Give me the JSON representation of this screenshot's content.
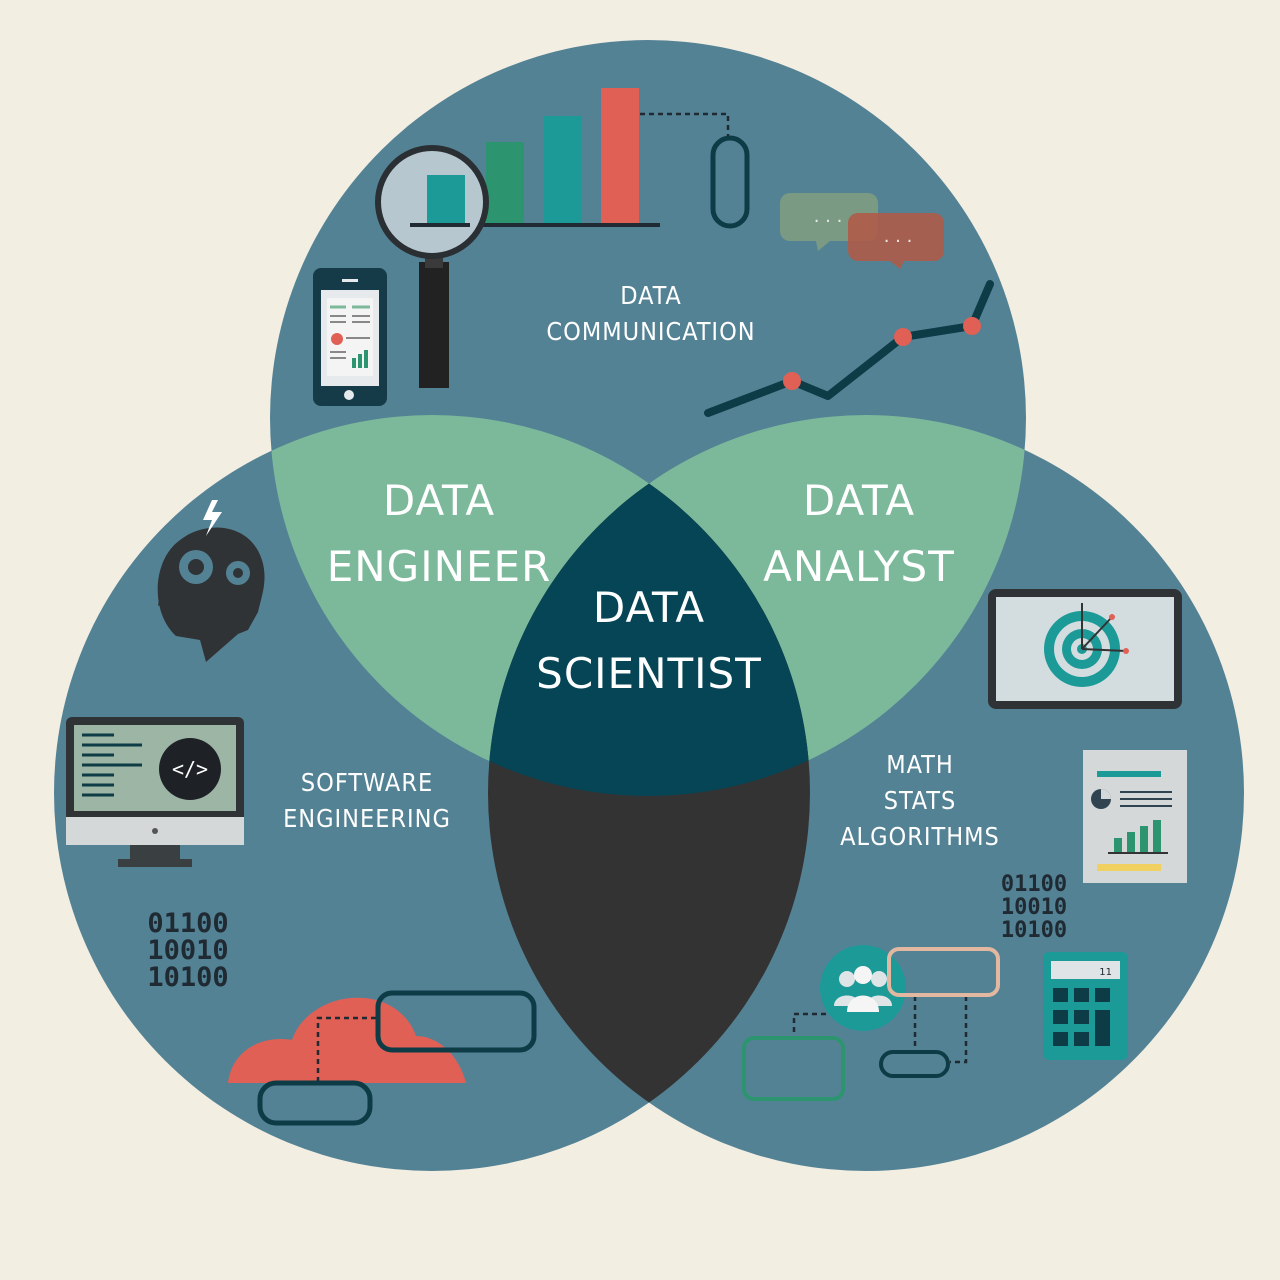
{
  "venn": {
    "top": {
      "line1": "DATA",
      "line2": "COMMUNICATION"
    },
    "left": {
      "line1": "SOFTWARE",
      "line2": "ENGINEERING"
    },
    "right": {
      "line1": "MATH",
      "line2": "STATS",
      "line3": "ALGORITHMS"
    },
    "overlap_top_left": {
      "line1": "DATA",
      "line2": "ENGINEER"
    },
    "overlap_top_right": {
      "line1": "DATA",
      "line2": "ANALYST"
    },
    "center": {
      "line1": "DATA",
      "line2": "SCIENTIST"
    }
  },
  "binary_left": [
    "01100",
    "10010",
    "10100"
  ],
  "binary_right": [
    "01100",
    "10010",
    "10100"
  ],
  "code_icon_text": "</>",
  "calculator_display": "11",
  "colors": {
    "background": "#f3eee2",
    "circle": "#548295",
    "overlap_pair": "#7bb99a",
    "bottom_overlap": "#333333",
    "center": "#054555",
    "accent_red": "#e06055",
    "accent_teal": "#1b9a98",
    "accent_green": "#2d9470",
    "dark_icon": "#0d3b46"
  }
}
